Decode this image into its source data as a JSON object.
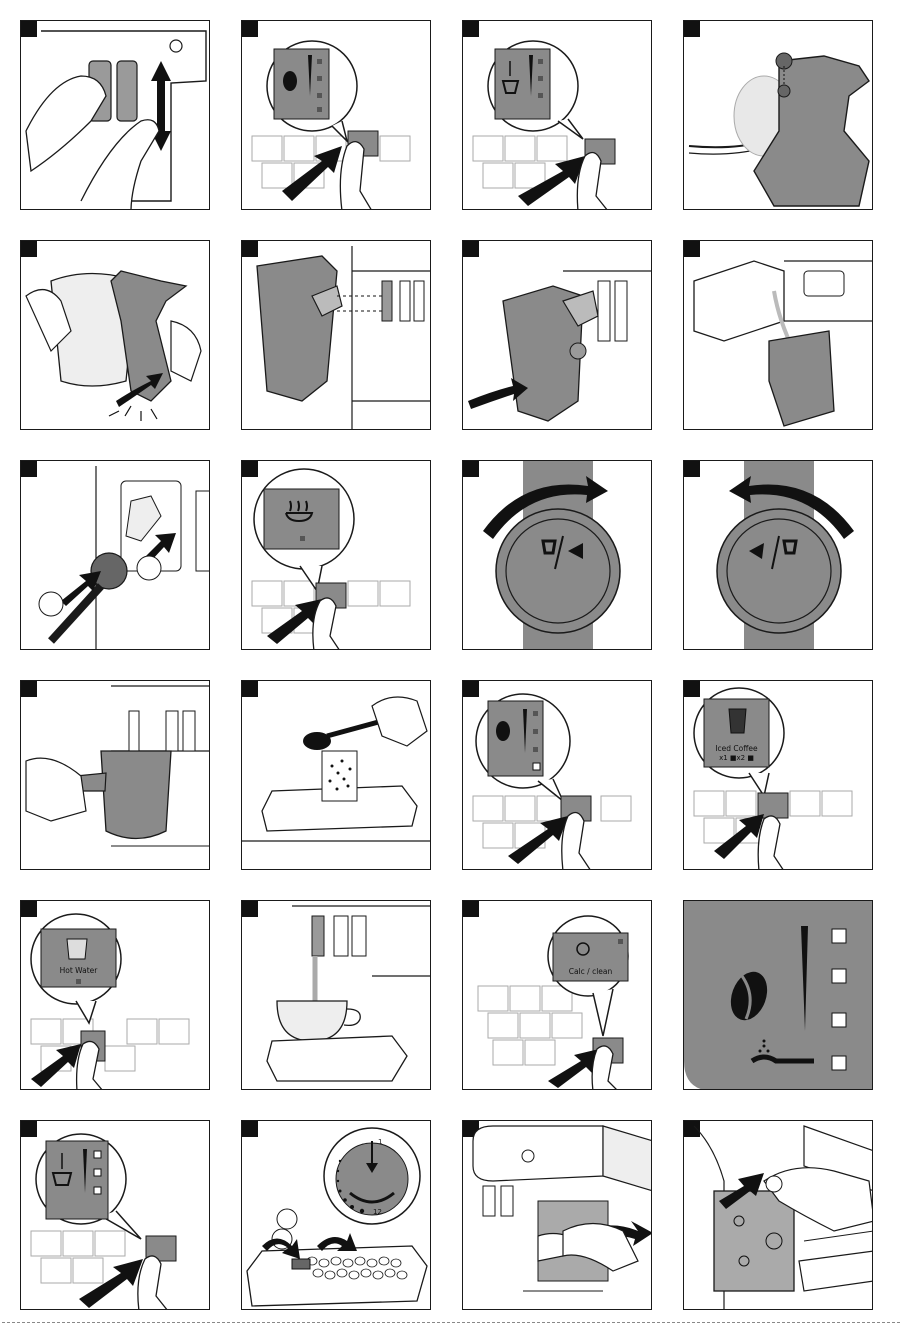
{
  "labels": {
    "iced_coffee": "Iced Coffee",
    "iced_coffee_qty": "x1 ■x2 ■",
    "hot_water": "Hot Water",
    "calc_clean": "Calc / clean",
    "grind_dial_top": "1",
    "grind_dial_bottom": "12"
  },
  "colors": {
    "line": "#1a1a1a",
    "panel_fill": "#8a8a8a",
    "light_fill": "#e8e8e8",
    "indicator": "#666666"
  }
}
